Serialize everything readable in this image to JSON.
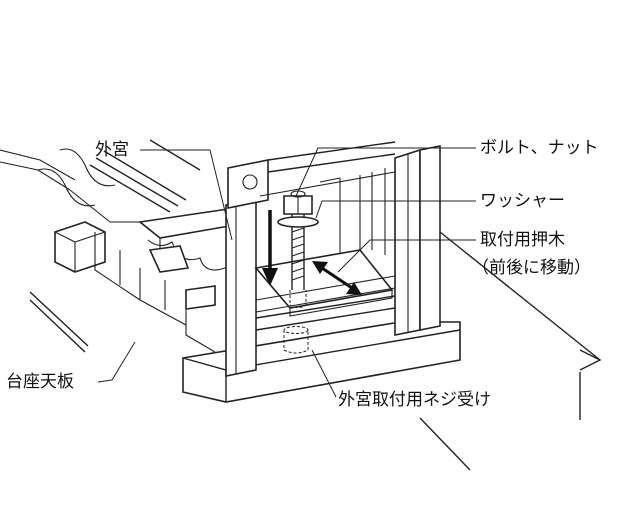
{
  "labels": {
    "outer_shrine": "外宮",
    "bolt_nut": "ボルト、ナット",
    "washer": "ワッシャー",
    "clamp_wood_line1": "取付用押木",
    "clamp_wood_line2": "（前後に移動）",
    "base_top_board": "台座天板",
    "screw_receiver": "外宮取付用ネジ受け"
  },
  "colors": {
    "line": "#222222",
    "background": "#ffffff"
  }
}
